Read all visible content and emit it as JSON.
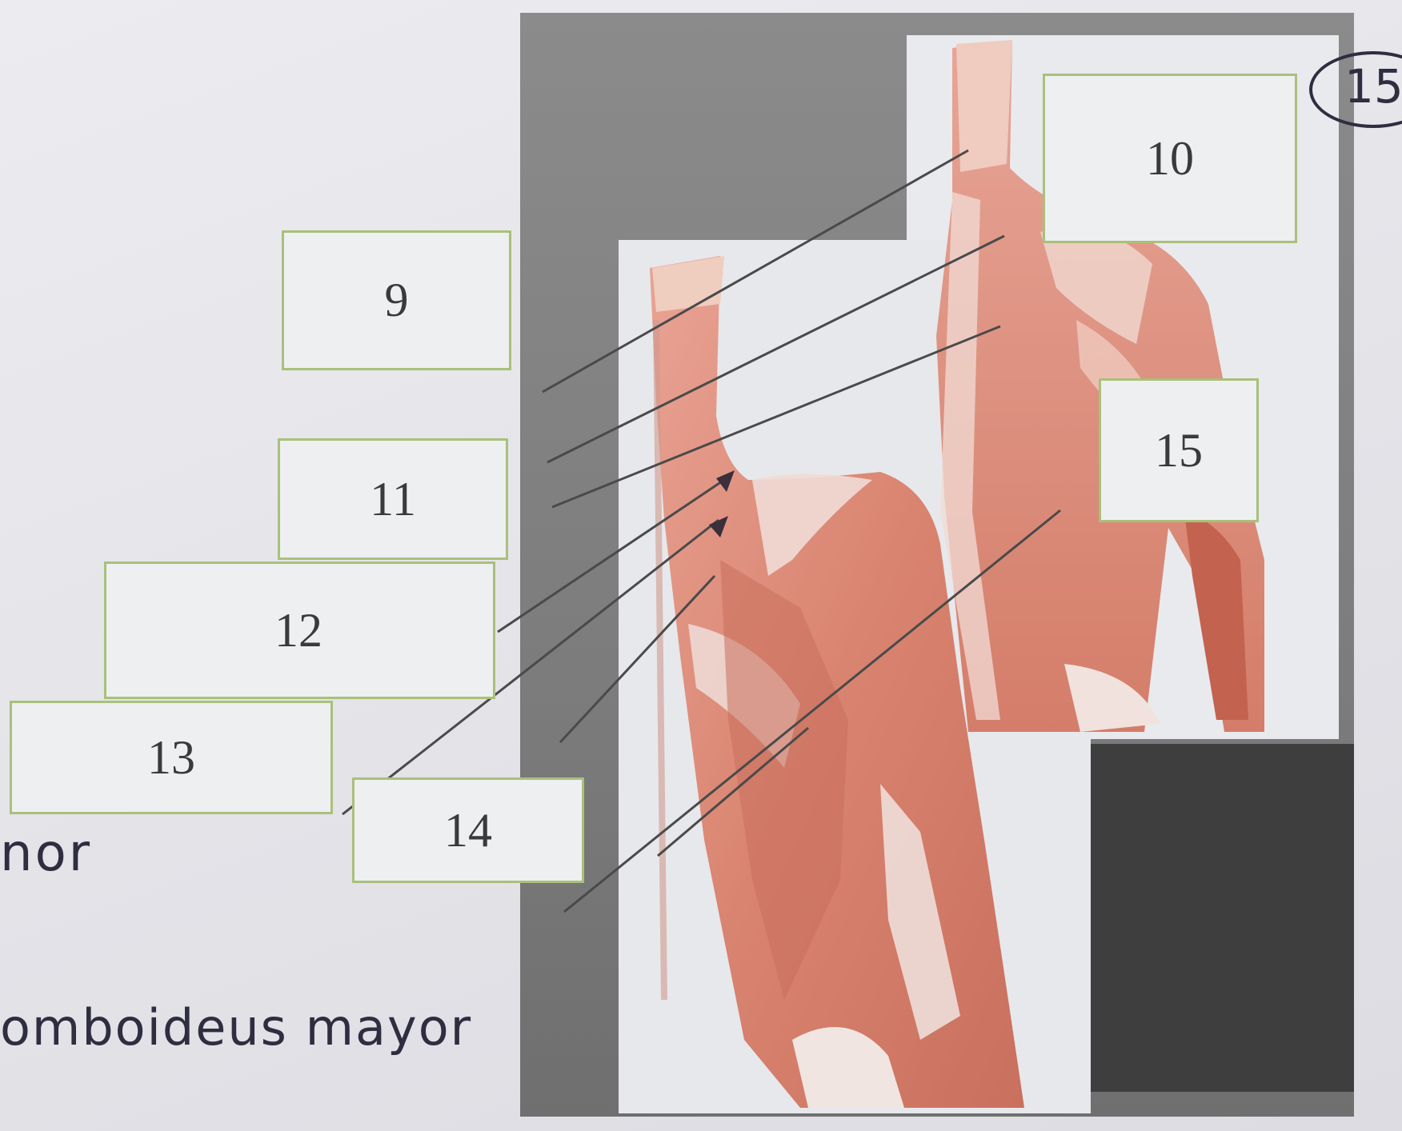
{
  "labels": {
    "l9": "9",
    "l10": "10",
    "l11": "11",
    "l12": "12",
    "l13": "13",
    "l14": "14",
    "l15": "15"
  },
  "handwriting": {
    "minor_fragment": "nor",
    "major_answer": "omboideus mayor",
    "score_circle": "15"
  },
  "colors": {
    "label_border": "#a9c07b",
    "muscle": "#dc8a76",
    "tendon": "#efe7e4",
    "pen_ink": "#2e2e40"
  }
}
